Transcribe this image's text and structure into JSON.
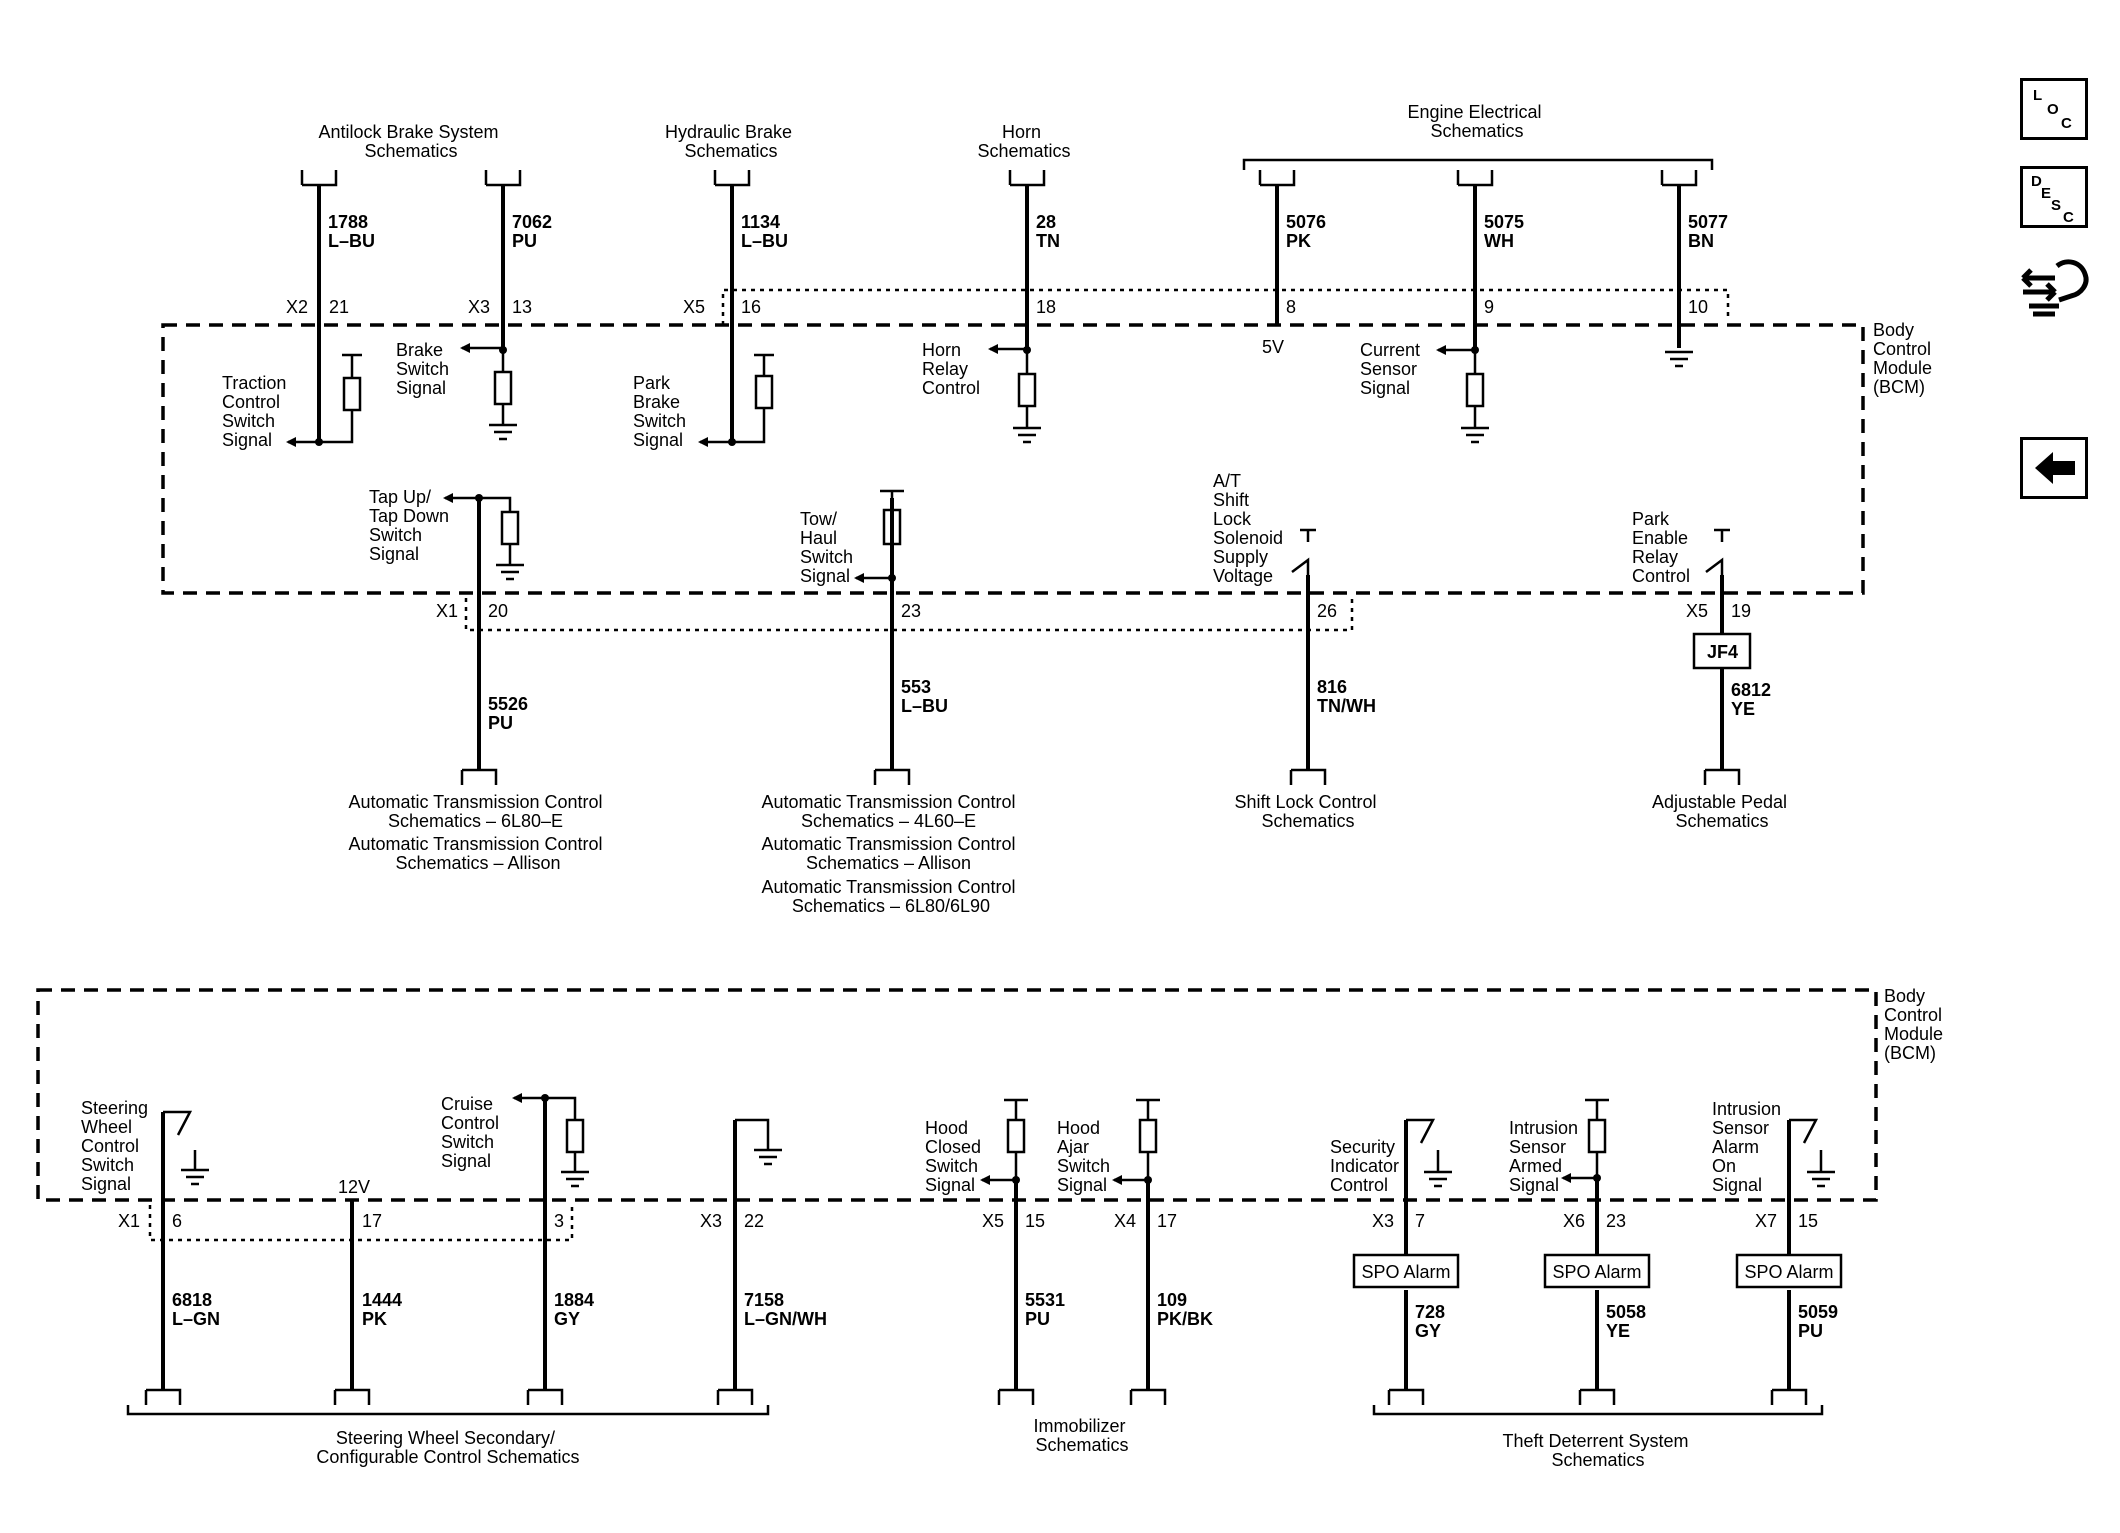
{
  "top": {
    "sources": {
      "abs": [
        "Antilock Brake System",
        "Schematics"
      ],
      "hyd": [
        "Hydraulic Brake",
        "Schematics"
      ],
      "horn": [
        "Horn",
        "Schematics"
      ],
      "eng": [
        "Engine Electrical",
        "Schematics"
      ]
    },
    "wires": {
      "w1788": [
        "1788",
        "L–BU"
      ],
      "w7062": [
        "7062",
        "PU"
      ],
      "w1134": [
        "1134",
        "L–BU"
      ],
      "w28": [
        "28",
        "TN"
      ],
      "w5076": [
        "5076",
        "PK"
      ],
      "w5075": [
        "5075",
        "WH"
      ],
      "w5077": [
        "5077",
        "BN"
      ],
      "w5526": [
        "5526",
        "PU"
      ],
      "w553": [
        "553",
        "L–BU"
      ],
      "w816": [
        "816",
        "TN/WH"
      ],
      "w6812": [
        "6812",
        "YE"
      ]
    },
    "connectors": {
      "x2": "X2",
      "x2p": "21",
      "x3": "X3",
      "x3p": "13",
      "x5": "X5",
      "x5p": "16",
      "p18": "18",
      "p8": "8",
      "p9": "9",
      "p10": "10",
      "x1": "X1",
      "x1p": "20",
      "p23": "23",
      "p26": "26",
      "x5b": "X5",
      "x5bp": "19"
    },
    "module": [
      "Body",
      "Control",
      "Module",
      "(BCM)"
    ],
    "signals": {
      "traction": [
        "Traction",
        "Control",
        "Switch",
        "Signal"
      ],
      "brake": [
        "Brake",
        "Switch",
        "Signal"
      ],
      "park": [
        "Park",
        "Brake",
        "Switch",
        "Signal"
      ],
      "horn_relay": [
        "Horn",
        "Relay",
        "Control"
      ],
      "current": [
        "Current",
        "Sensor",
        "Signal"
      ],
      "tap": [
        "Tap Up/",
        "Tap Down",
        "Switch",
        "Signal"
      ],
      "tow": [
        "Tow/",
        "Haul",
        "Switch",
        "Signal"
      ],
      "at_shift": [
        "A/T",
        "Shift",
        "Lock",
        "Solenoid",
        "Supply",
        "Voltage"
      ],
      "park_enable": [
        "Park",
        "Enable",
        "Relay",
        "Control"
      ],
      "v5": "5V"
    },
    "jf4": "JF4",
    "dest": {
      "atc1": [
        "Automatic Transmission Control",
        "Schematics – 6L80–E",
        "Automatic Transmission Control",
        "Schematics – Allison"
      ],
      "atc2": [
        "Automatic Transmission Control",
        "Schematics – 4L60–E",
        "Automatic Transmission Control",
        "Schematics – Allison",
        "Automatic Transmission Control",
        "Schematics – 6L80/6L90"
      ],
      "shift": [
        "Shift Lock Control",
        "Schematics"
      ],
      "pedal": [
        "Adjustable Pedal",
        "Schematics"
      ]
    }
  },
  "bottom": {
    "module": [
      "Body",
      "Control",
      "Module",
      "(BCM)"
    ],
    "signals": {
      "steering": [
        "Steering",
        "Wheel",
        "Control",
        "Switch",
        "Signal"
      ],
      "v12": "12V",
      "cruise": [
        "Cruise",
        "Control",
        "Switch",
        "Signal"
      ],
      "hood_closed": [
        "Hood",
        "Closed",
        "Switch",
        "Signal"
      ],
      "hood_ajar": [
        "Hood",
        "Ajar",
        "Switch",
        "Signal"
      ],
      "security": [
        "Security",
        "Indicator",
        "Control"
      ],
      "intrusion_armed": [
        "Intrusion",
        "Sensor",
        "Armed",
        "Signal"
      ],
      "intrusion_alarm": [
        "Intrusion",
        "Sensor",
        "Alarm",
        "On",
        "Signal"
      ]
    },
    "connectors": {
      "x1": "X1",
      "p6": "6",
      "p17a": "17",
      "p3": "3",
      "x3": "X3",
      "p22": "22",
      "x5": "X5",
      "p15a": "15",
      "x4": "X4",
      "p17b": "17",
      "x3b": "X3",
      "p7": "7",
      "x6": "X6",
      "p23": "23",
      "x7": "X7",
      "p15b": "15"
    },
    "spo": "SPO Alarm",
    "wires": {
      "w6818": [
        "6818",
        "L–GN"
      ],
      "w1444": [
        "1444",
        "PK"
      ],
      "w1884": [
        "1884",
        "GY"
      ],
      "w7158": [
        "7158",
        "L–GN/WH"
      ],
      "w5531": [
        "5531",
        "PU"
      ],
      "w109": [
        "109",
        "PK/BK"
      ],
      "w728": [
        "728",
        "GY"
      ],
      "w5058": [
        "5058",
        "YE"
      ],
      "w5059": [
        "5059",
        "PU"
      ]
    },
    "dest": {
      "steering": [
        "Steering Wheel Secondary/",
        "Configurable Control Schematics"
      ],
      "immob": [
        "Immobilizer",
        "Schematics"
      ],
      "theft": [
        "Theft Deterrent System",
        "Schematics"
      ]
    }
  },
  "nav": {
    "loc": [
      "L",
      "O",
      "C"
    ],
    "desc": [
      "D",
      "E",
      "S",
      "C"
    ]
  }
}
